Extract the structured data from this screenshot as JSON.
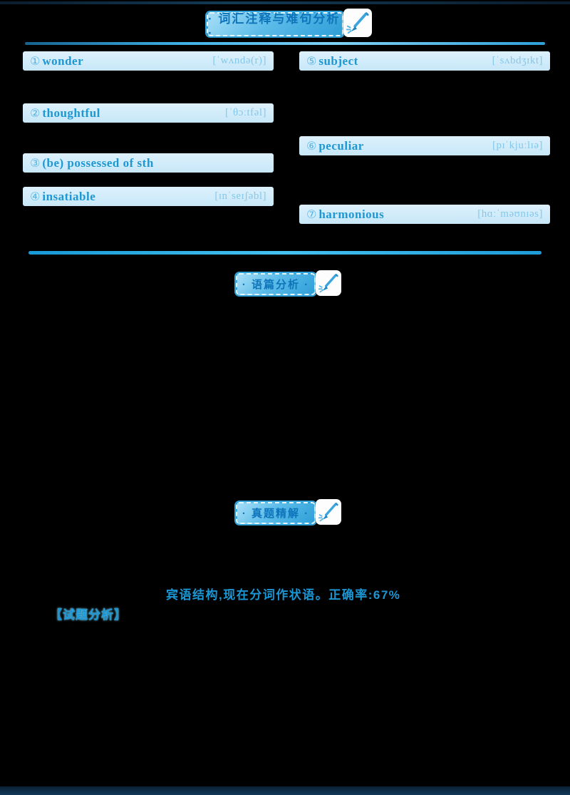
{
  "colors": {
    "accent": "#2f9fd8",
    "badge_text": "#0d74ba",
    "vocab_bar_bg": "#cfeafa",
    "vocab_word": "#1e97d5",
    "vocab_phonetic": "#85c8ea",
    "note_text": "#1b96d4",
    "background": "#000000"
  },
  "header": {
    "title": "· 词汇注释与难句分析 ·",
    "icon": "pen-icon"
  },
  "sections": {
    "discourse_title": "· 语篇分析 ·",
    "exam_title": "· 真题精解 ·"
  },
  "vocabulary": {
    "left": [
      {
        "num": "①",
        "word": "wonder",
        "phonetic": "[ˈwʌndə(r)]"
      },
      {
        "num": "②",
        "word": "thoughtful",
        "phonetic": "[ˈθɔːtfəl]"
      },
      {
        "num": "③",
        "word": "(be) possessed of sth",
        "phonetic": ""
      },
      {
        "num": "④",
        "word": "insatiable",
        "phonetic": "[ɪnˈseɪʃəbl]"
      }
    ],
    "right": [
      {
        "num": "⑤",
        "word": "subject",
        "phonetic": "[ˈsʌbdʒɪkt]"
      },
      {
        "num": "⑥",
        "word": "peculiar",
        "phonetic": "[pɪˈkjuːlɪə]"
      },
      {
        "num": "⑦",
        "word": "harmonious",
        "phonetic": "[hɑːˈməʊnɪəs]"
      }
    ]
  },
  "exam": {
    "note": "宾语结构,现在分词作状语。正确率:67%",
    "analysis_label": "【试题分析】"
  }
}
